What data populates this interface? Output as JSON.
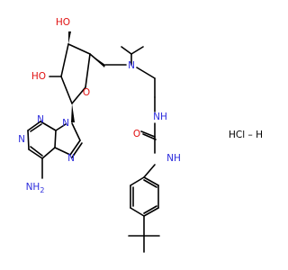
{
  "structure": {
    "labels": {
      "hydroxyl_top": "HO",
      "hydroxyl_left": "HO",
      "ring_oxygen": "O",
      "n9": "N",
      "n_purine_1": "N",
      "n_purine_3": "N",
      "n_purine_7": "N",
      "amino": "NH",
      "amino_subscript": "2",
      "amine_n": "N",
      "urea_nh_upper": "NH",
      "urea_nh_lower": "NH",
      "carbonyl_o": "O",
      "salt": "HCl – H"
    },
    "colors": {
      "nitrogen": "#2b2bdc",
      "oxygen": "#e01010",
      "carbon": "#000000",
      "background": "#ffffff"
    }
  }
}
